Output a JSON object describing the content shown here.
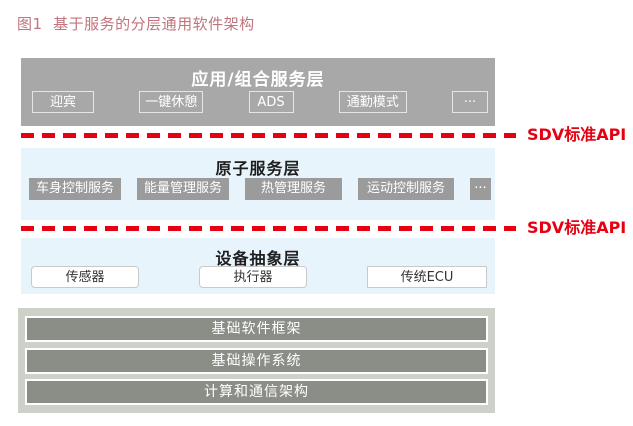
{
  "figure": {
    "title": "图1  基于服务的分层通用软件架构",
    "api_label": "SDV标准API"
  },
  "layers": {
    "app": {
      "title": "应用/组合服务层",
      "items": [
        "迎宾",
        "一键休憩",
        "ADS",
        "通勤模式",
        "···"
      ]
    },
    "atomic": {
      "title": "原子服务层",
      "items": [
        "车身控制服务",
        "能量管理服务",
        "热管理服务",
        "运动控制服务",
        "···"
      ]
    },
    "device": {
      "title": "设备抽象层",
      "items": [
        "传感器",
        "执行器",
        "传统ECU"
      ]
    },
    "foundation": {
      "items": [
        "基础软件框架",
        "基础操作系统",
        "计算和通信架构"
      ]
    }
  },
  "colors": {
    "figure_title": "#c1737c",
    "api_red": "#e60012",
    "app_layer_bg": "#a8a8a8",
    "service_layer_bg": "#e7f4fb",
    "service_chip_bg": "#9b9b9b",
    "foundation_container_bg": "#cdd1ca",
    "foundation_bar_bg": "#8b8d87"
  }
}
